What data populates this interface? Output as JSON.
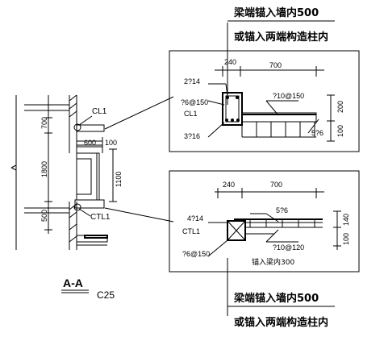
{
  "notes": {
    "top_line1": "梁端锚入墙内500",
    "top_line2": "或锚入两端构造柱内",
    "bottom_line1": "梁端锚入墙内500",
    "bottom_line2": "或锚入两端构造柱内"
  },
  "section": {
    "title": "A-A",
    "concrete": "C25",
    "labels": {
      "cl1": "CL1",
      "ctl1": "CTL1",
      "w600": "600",
      "h100": "100",
      "h1100": "1100",
      "h700": "700",
      "h1800": "1800",
      "h500": "500"
    }
  },
  "detail_cl1": {
    "dims": {
      "w240": "240",
      "w700": "700",
      "h200": "200",
      "h100": "100"
    },
    "rebar": {
      "top": "2?14",
      "stirrup": "?6@150",
      "name": "CL1",
      "bottom": "3?16",
      "slab": "?10@150",
      "slab_bottom": "5?6"
    }
  },
  "detail_ctl1": {
    "dims": {
      "w240": "240",
      "w700": "700",
      "h140": "140",
      "h100": "100"
    },
    "rebar": {
      "top": "4?14",
      "name": "CTL1",
      "stirrup": "?6@150",
      "slab_top": "5?6",
      "slab": "?10@120",
      "anchor": "锚入梁内300"
    }
  }
}
